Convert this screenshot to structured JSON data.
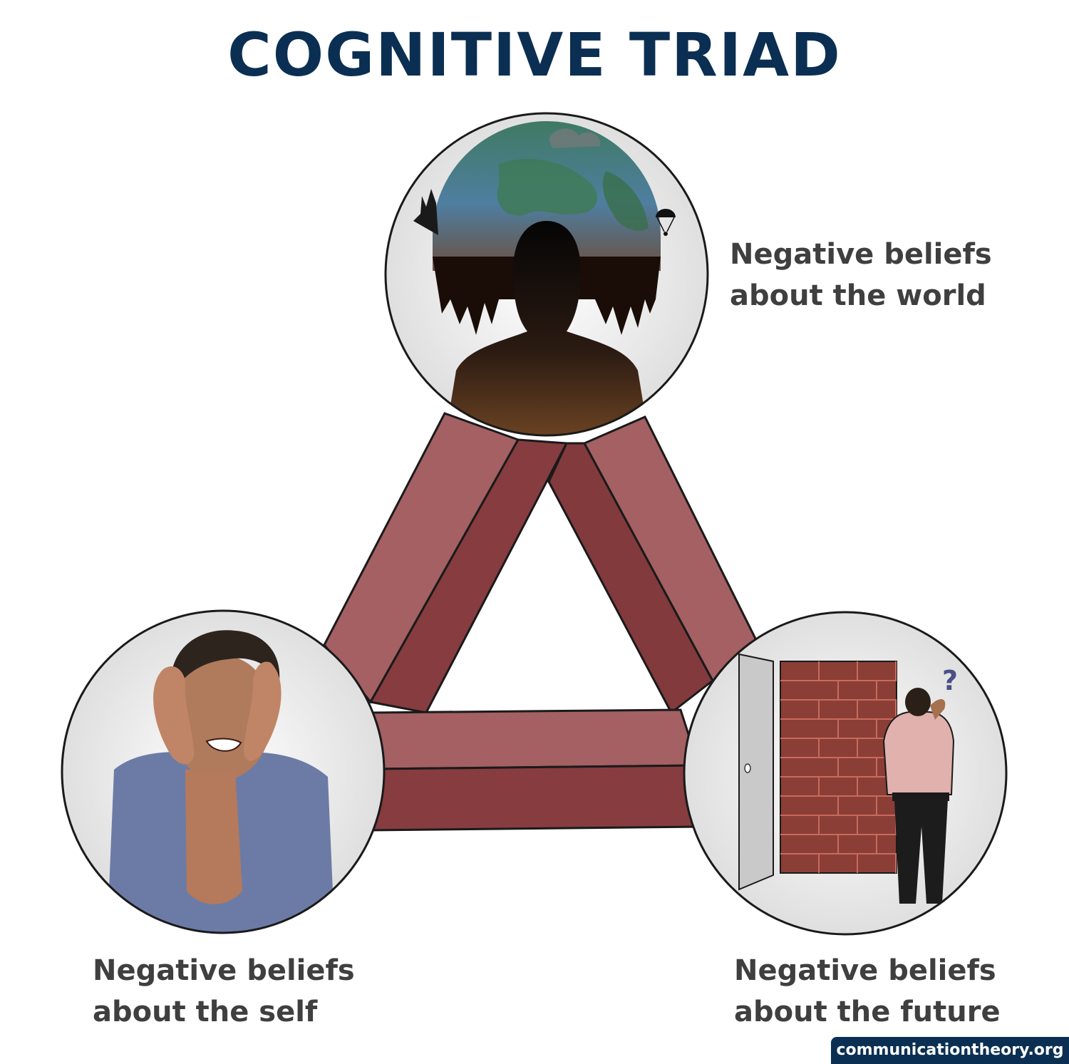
{
  "title": "COGNITIVE TRIAD",
  "nodes": [
    {
      "id": "world",
      "line1": "Negative beliefs",
      "line2": "about the world"
    },
    {
      "id": "self",
      "line1": "Negative beliefs",
      "line2": "about the self"
    },
    {
      "id": "future",
      "line1": "Negative beliefs",
      "line2": "about the future"
    }
  ],
  "future_illustration": {
    "question_mark": "?"
  },
  "credit": "communicationtheory.org",
  "colors": {
    "title": "#0b2f52",
    "band_light": "#a46063",
    "band_dark": "#823a3d",
    "caption": "#3f3f3f",
    "credit_bg": "#0b2f52"
  }
}
